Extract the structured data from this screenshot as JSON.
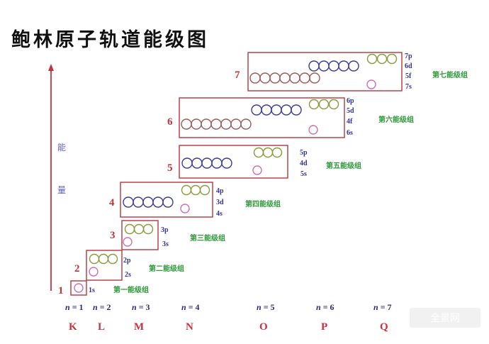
{
  "title": "鲍林原子轨道能级图",
  "axis": {
    "label_top": "能",
    "label_bottom": "量",
    "color": "#c0343c"
  },
  "colors": {
    "box": "#b8444a",
    "s_orbital": "#d070b0",
    "p_orbital": "#8a9a3a",
    "d_orbital": "#3a3a9a",
    "f_orbital": "#9a5a5a",
    "level_number": "#c0343c",
    "sublevel_label": "#33339a",
    "group_label": "#2e9a3a",
    "shell_letter": "#c8303c"
  },
  "groups": [
    {
      "number": "1",
      "name": "第一能级组",
      "sublevels": [
        "1s"
      ]
    },
    {
      "number": "2",
      "name": "第二能级组",
      "sublevels": [
        "2p",
        "2s"
      ]
    },
    {
      "number": "3",
      "name": "第三能级组",
      "sublevels": [
        "3p",
        "3s"
      ]
    },
    {
      "number": "4",
      "name": "第四能级组",
      "sublevels": [
        "4p",
        "3d",
        "4s"
      ]
    },
    {
      "number": "5",
      "name": "第五能级组",
      "sublevels": [
        "5p",
        "4d",
        "5s"
      ]
    },
    {
      "number": "6",
      "name": "第六能级组",
      "sublevels": [
        "6p",
        "5d",
        "4f",
        "6s"
      ]
    },
    {
      "number": "7",
      "name": "第七能级组",
      "sublevels": [
        "7p",
        "6d",
        "5f",
        "7s"
      ]
    }
  ],
  "shells": [
    {
      "n": "1",
      "letter": "K"
    },
    {
      "n": "2",
      "letter": "L"
    },
    {
      "n": "3",
      "letter": "M"
    },
    {
      "n": "4",
      "letter": "N"
    },
    {
      "n": "5",
      "letter": "O"
    },
    {
      "n": "6",
      "letter": "P"
    },
    {
      "n": "7",
      "letter": "Q"
    }
  ],
  "n_prefix": "n",
  "n_equals": " = ",
  "watermark": "全景网"
}
